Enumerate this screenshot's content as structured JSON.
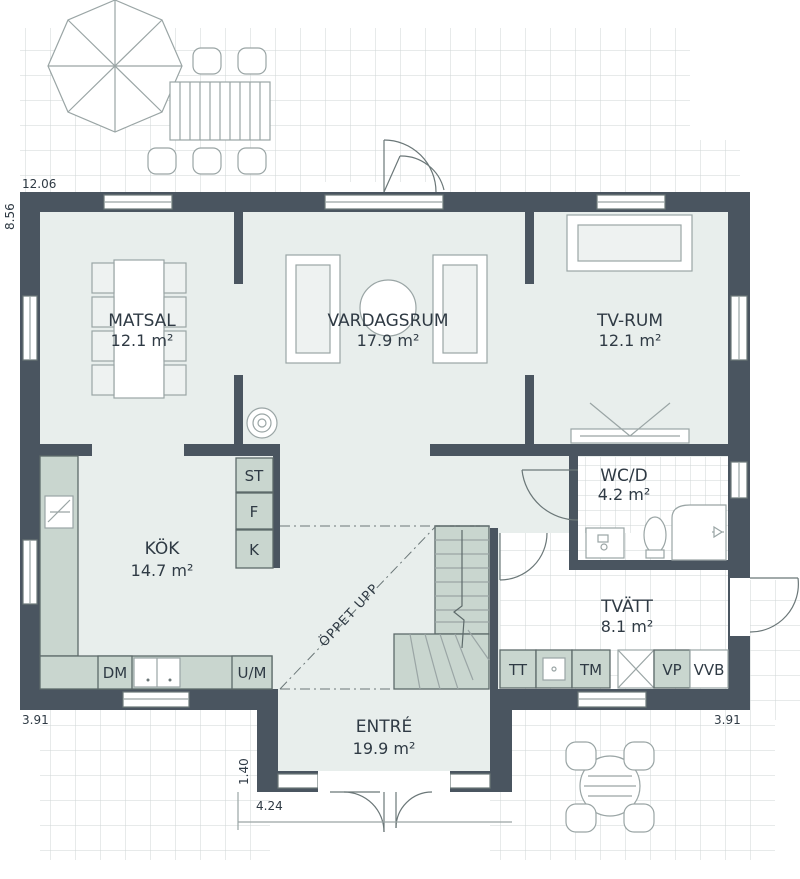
{
  "rooms": {
    "matsal": {
      "name": "MATSAL",
      "area": "12.1 m²"
    },
    "vardagsrum": {
      "name": "VARDAGSRUM",
      "area": "17.9 m²"
    },
    "tvrum": {
      "name": "TV-RUM",
      "area": "12.1 m²"
    },
    "wc": {
      "name": "WC/D",
      "area": "4.2 m²"
    },
    "kok": {
      "name": "KÖK",
      "area": "14.7 m²"
    },
    "tvatt": {
      "name": "TVÄTT",
      "area": "8.1 m²"
    },
    "entre": {
      "name": "ENTRÉ",
      "area": "19.9 m²"
    }
  },
  "fixtures": {
    "st": "ST",
    "f": "F",
    "k": "K",
    "dm": "DM",
    "um": "U/M",
    "tt": "TT",
    "tm": "TM",
    "vp": "VP",
    "vvb": "VVB"
  },
  "annotations": {
    "open_stair": "ÖPPET UPP"
  },
  "dimensions": {
    "top_width": "12.06",
    "left_height": "8.56",
    "left_offset": "3.91",
    "right_offset": "3.91",
    "entry_depth": "1.40",
    "entry_width": "4.24"
  },
  "colors": {
    "wall": "#4a5560",
    "floor": "#e8eeec",
    "fixture_green": "#c9d6cf",
    "tile_line": "#cfd6d5"
  }
}
